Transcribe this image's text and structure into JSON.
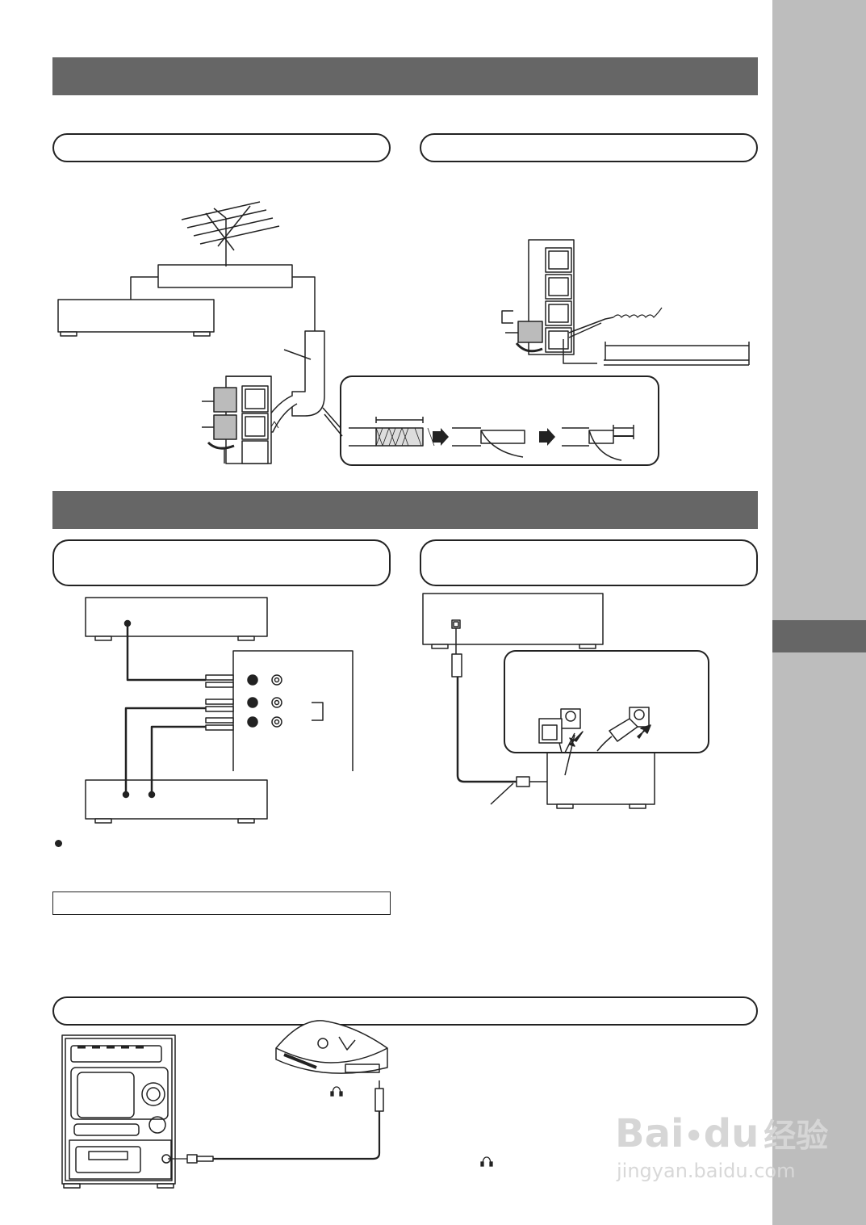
{
  "colors": {
    "band": "#666666",
    "sidebar": "#bdbdbd",
    "line": "#222222",
    "watermark": "#d6d6d6"
  },
  "watermark": {
    "brand": "Bai",
    "brand_paw": "du",
    "cn": "经验",
    "url": "jingyan.baidu.com"
  },
  "icons": {
    "headphone_1": "headphone-icon",
    "headphone_2": "headphone-icon",
    "arrow": "arrow-right-icon",
    "bullet": "bullet-icon"
  }
}
